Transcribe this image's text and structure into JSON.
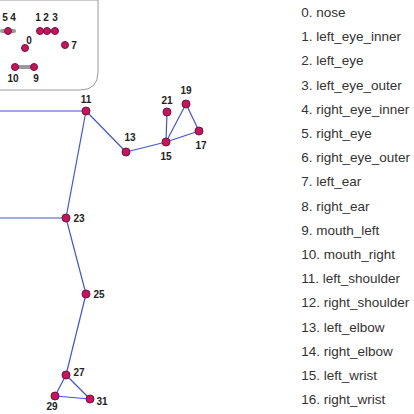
{
  "diagram": {
    "labels": [
      "5",
      "4",
      "1",
      "2",
      "3",
      "0",
      "7",
      "10",
      "9",
      "11",
      "13",
      "21",
      "19",
      "15",
      "17",
      "23",
      "25",
      "27",
      "29",
      "31",
      "0. nose",
      "1. left_eye_inner",
      "2. left_eye",
      "3. left_eye_outer",
      "4. right_eye_inner",
      "5. right_eye",
      "6. right_eye_outer",
      "7. left_ear",
      "8. right_ear",
      "9. mouth_left",
      "10. mouth_right",
      "11. left_shoulder",
      "12. right_shoulder",
      "13. left_elbow",
      "14. right_elbow",
      "15. left_wrist",
      "16. right_wrist"
    ]
  }
}
